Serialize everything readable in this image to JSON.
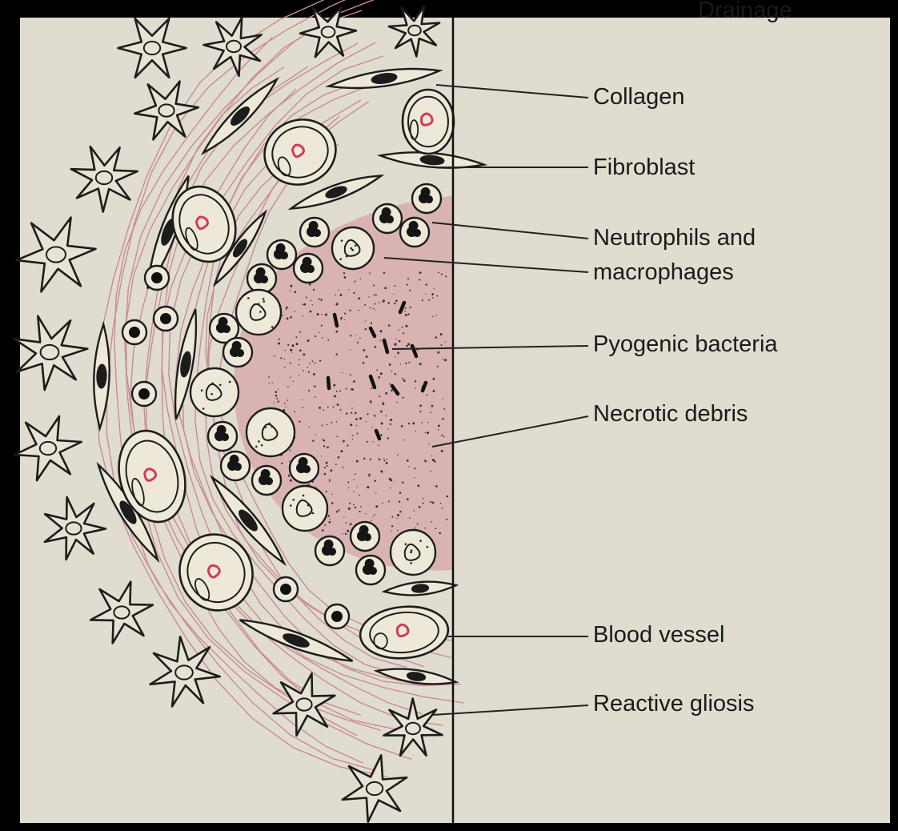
{
  "colors": {
    "frame": "#000000",
    "paper": "#e0ddd0",
    "abscess_fill": "#d8b3b2",
    "ink": "#161616",
    "red_ink": "#d03a5a",
    "collagen_fiber": "#c98a94",
    "cell_fill": "#ede8d8"
  },
  "top_clipped_text": "Drainage",
  "labels": {
    "collagen": "Collagen",
    "fibroblast": "Fibroblast",
    "neutrophils_line1": "Neutrophils and",
    "neutrophils_line2": "macrophages",
    "bacteria": "Pyogenic bacteria",
    "necrotic": "Necrotic debris",
    "vessel": "Blood vessel",
    "gliosis": "Reactive gliosis"
  }
}
